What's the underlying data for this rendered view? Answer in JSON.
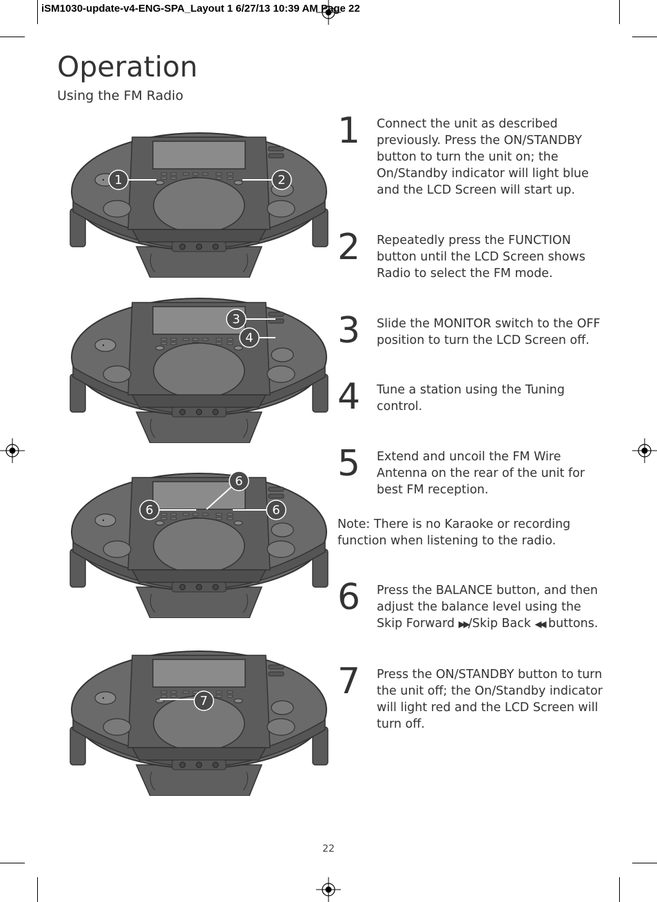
{
  "print_header": "iSM1030-update-v4-ENG-SPA_Layout 1  6/27/13  10:39 AM  Page 22",
  "title": "Operation",
  "subtitle": "Using the FM Radio",
  "steps": [
    {
      "number": "1",
      "text": "Connect the unit as described previously. Press the ON/STANDBY button to turn the unit on; the On/Standby indicator will light blue and the LCD Screen will start up."
    },
    {
      "number": "2",
      "text": "Repeatedly press the FUNCTION button until the LCD Screen shows Radio to select the FM mode."
    },
    {
      "number": "3",
      "text": "Slide the MONITOR switch to the OFF position to turn the LCD Screen off."
    },
    {
      "number": "4",
      "text": "Tune a station using the Tuning control."
    },
    {
      "number": "5",
      "text": "Extend and uncoil the FM Wire Antenna on the rear of the unit for best FM reception."
    },
    {
      "number": "6",
      "text_before": "Press the BALANCE button, and then adjust the balance level using the Skip Forward ",
      "text_middle": "/Skip Back ",
      "text_after": " buttons.",
      "icon_forward": "skip-forward-icon",
      "icon_back": "skip-back-icon"
    },
    {
      "number": "7",
      "text": "Press the ON/STANDBY button to turn the unit off; the On/Standby indicator will light red and the LCD Screen will turn off."
    }
  ],
  "note": {
    "label": "Note:",
    "text": " There is no Karaoke or recording function when listening to the radio."
  },
  "callouts": {
    "illustration_1": [
      "1",
      "2"
    ],
    "illustration_2": [
      "3",
      "4"
    ],
    "illustration_3": [
      "6",
      "6",
      "6"
    ],
    "illustration_4": [
      "7"
    ]
  },
  "page_number": "22",
  "colors": {
    "device_body": "#6a6a6a",
    "device_dark": "#3e3e3e",
    "callout_fill": "#4a4a4a",
    "text": "#333333"
  }
}
